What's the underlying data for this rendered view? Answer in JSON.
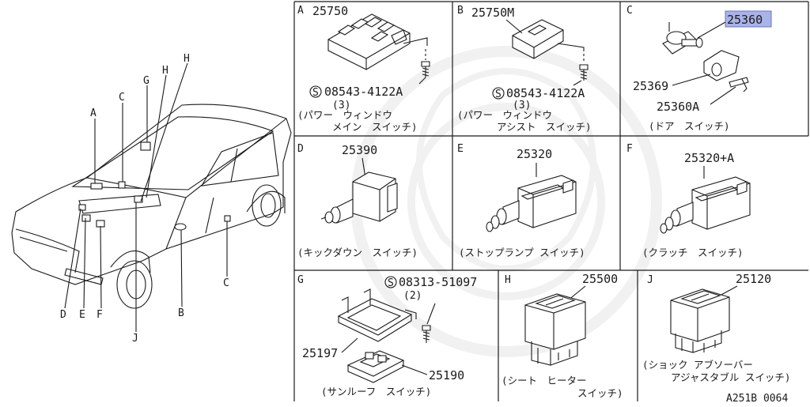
{
  "diagram": {
    "figure_code": "A251B 0064",
    "car_labels": {
      "A": "A",
      "B": "B",
      "C": "C",
      "D": "D",
      "E": "E",
      "F": "F",
      "G": "G",
      "H": "H",
      "J": "J",
      "C2": "C"
    },
    "panels": {
      "A": {
        "letter": "A",
        "part": "25750",
        "screw": "08543-4122A",
        "qty": "(3)",
        "s_mark": "S",
        "caption1": "(パワー　ウィンドウ",
        "caption2": "メイン　スイッチ)"
      },
      "B": {
        "letter": "B",
        "part": "25750M",
        "screw": "08543-4122A",
        "qty": "(3)",
        "s_mark": "S",
        "caption1": "(パワー　ウィンドウ",
        "caption2": "アシスト　スイッチ)"
      },
      "C": {
        "letter": "C",
        "part": "25360",
        "part2": "25369",
        "part3": "25360A",
        "caption": "(ドア　スイッチ)"
      },
      "D": {
        "letter": "D",
        "part": "25390",
        "caption": "(キックダウン　スイッチ)"
      },
      "E": {
        "letter": "E",
        "part": "25320",
        "caption": "(ストップランプ スイッチ)"
      },
      "F": {
        "letter": "F",
        "part": "25320+A",
        "caption": "(クラッチ　スイッチ)"
      },
      "G": {
        "letter": "G",
        "screw": "08313-51097",
        "qty": "(2)",
        "s_mark": "S",
        "part": "25197",
        "part2": "25190",
        "caption": "(サンルーフ　スイッチ)"
      },
      "H": {
        "letter": "H",
        "part": "25500",
        "caption1": "(シート　ヒーター",
        "caption2": "スイッチ)"
      },
      "J": {
        "letter": "J",
        "part": "25120",
        "caption1": "(ショック アブソーバー",
        "caption2": "アジャスタブル スイッチ)"
      }
    },
    "colors": {
      "line": "#1a1a1a",
      "highlight": "#a9b3e8",
      "watermark": "#e6e6e6"
    }
  }
}
